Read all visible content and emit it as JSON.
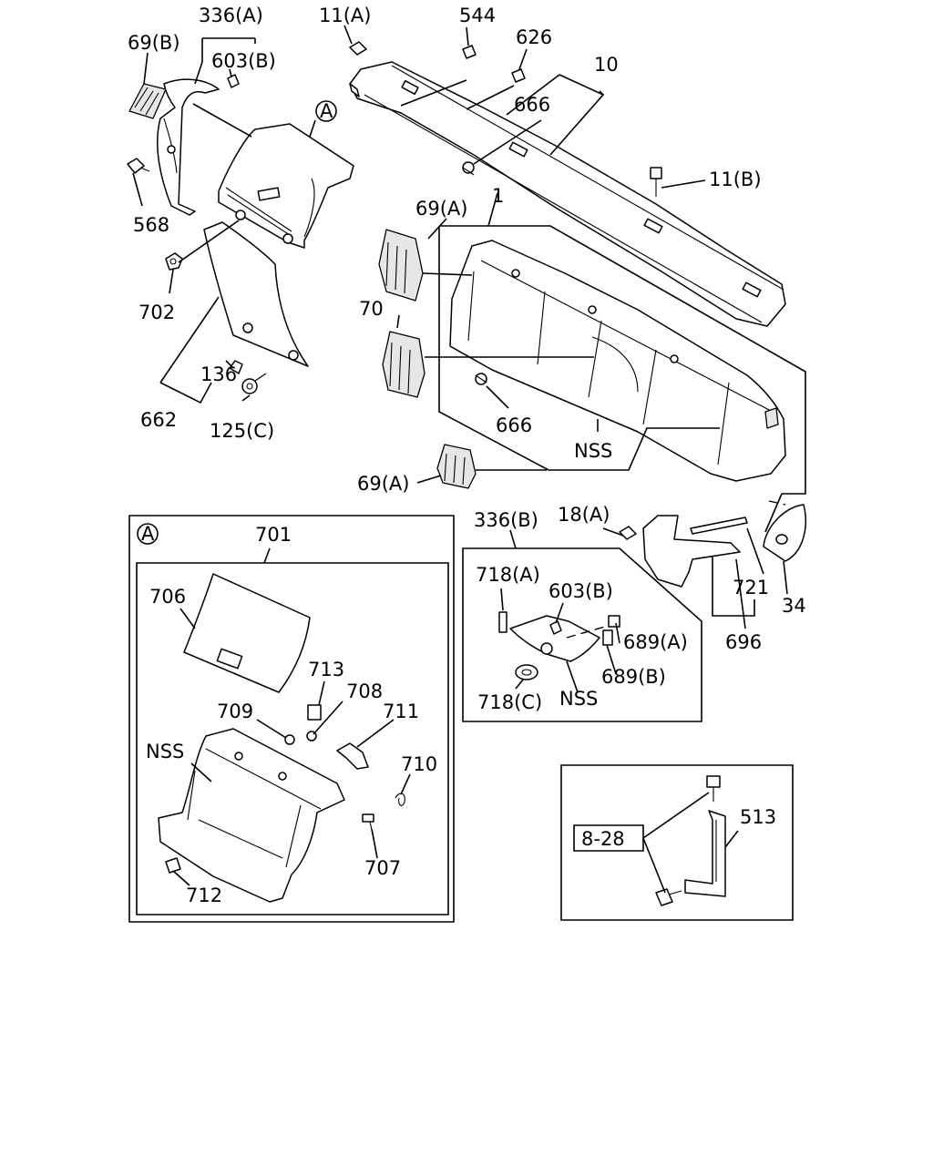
{
  "diagram": {
    "callouts": [
      {
        "key": "c336A",
        "text": "336(A)"
      },
      {
        "key": "c69B",
        "text": "69(B)"
      },
      {
        "key": "c603B_top",
        "text": "603(B)"
      },
      {
        "key": "c11A",
        "text": "11(A)"
      },
      {
        "key": "c544",
        "text": "544"
      },
      {
        "key": "c626",
        "text": "626"
      },
      {
        "key": "c10",
        "text": "10"
      },
      {
        "key": "c666_top",
        "text": "666"
      },
      {
        "key": "cA_top",
        "text": "A"
      },
      {
        "key": "c11B",
        "text": "11(B)"
      },
      {
        "key": "c568",
        "text": "568"
      },
      {
        "key": "c69A_top",
        "text": "69(A)"
      },
      {
        "key": "c1",
        "text": "1"
      },
      {
        "key": "c702",
        "text": "702"
      },
      {
        "key": "c70",
        "text": "70"
      },
      {
        "key": "c136",
        "text": "136"
      },
      {
        "key": "c662",
        "text": "662"
      },
      {
        "key": "c125C",
        "text": "125(C)"
      },
      {
        "key": "c666_mid",
        "text": "666"
      },
      {
        "key": "cNSS_main",
        "text": "NSS"
      },
      {
        "key": "c69A_bottom",
        "text": "69(A)"
      },
      {
        "key": "c336B",
        "text": "336(B)"
      },
      {
        "key": "c18A",
        "text": "18(A)"
      },
      {
        "key": "c718A",
        "text": "718(A)"
      },
      {
        "key": "c603B_mid",
        "text": "603(B)"
      },
      {
        "key": "c689A",
        "text": "689(A)"
      },
      {
        "key": "c689B",
        "text": "689(B)"
      },
      {
        "key": "c718C",
        "text": "718(C)"
      },
      {
        "key": "cNSS_sub",
        "text": "NSS"
      },
      {
        "key": "c721",
        "text": "721"
      },
      {
        "key": "c34",
        "text": "34"
      },
      {
        "key": "c696",
        "text": "696"
      },
      {
        "key": "cA_inset",
        "text": "A"
      },
      {
        "key": "c701",
        "text": "701"
      },
      {
        "key": "c706",
        "text": "706"
      },
      {
        "key": "c713",
        "text": "713"
      },
      {
        "key": "c708",
        "text": "708"
      },
      {
        "key": "c709",
        "text": "709"
      },
      {
        "key": "c711",
        "text": "711"
      },
      {
        "key": "cNSS_inset",
        "text": "NSS"
      },
      {
        "key": "c710",
        "text": "710"
      },
      {
        "key": "c707",
        "text": "707"
      },
      {
        "key": "c712",
        "text": "712"
      },
      {
        "key": "c8_28",
        "text": "8-28"
      },
      {
        "key": "c513",
        "text": "513"
      }
    ]
  }
}
